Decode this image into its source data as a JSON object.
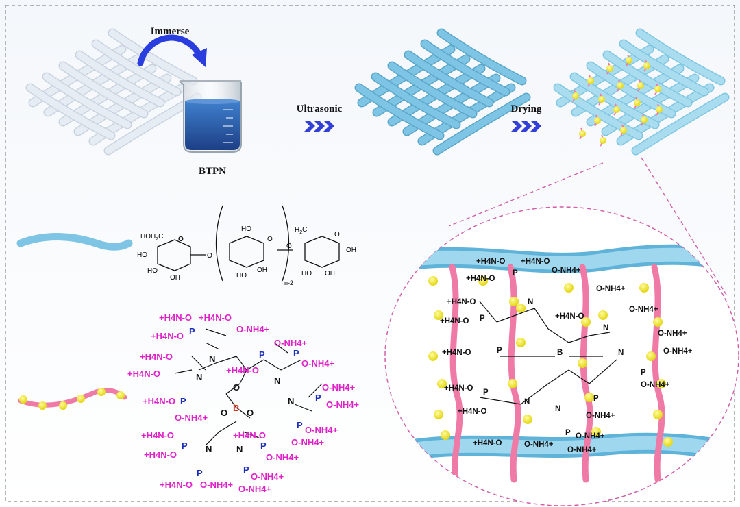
{
  "labels": {
    "immerse": "Immerse",
    "btpn": "BTPN",
    "ultrasonic": "Ultrasonic",
    "drying": "Drying"
  },
  "cellulose_structure": {
    "left_group": "HOH",
    "left_group_sub": "2",
    "left_group_end": "C",
    "right_group": "H",
    "right_group_sub": "2",
    "right_group_end": "C",
    "oh": "OH",
    "ho": "HO",
    "ring_o": "O",
    "repeat_index": "n-2"
  },
  "btpn_structure": {
    "ammonium_left": "+H4N-O",
    "ammonium_right": "O-NH4+",
    "phosphorus": "P",
    "nitrogen": "N",
    "boron": "B",
    "oxygen": "O"
  },
  "colors": {
    "fiber_white": "#e6ecf4",
    "fiber_blue": "#7ec4e4",
    "beaker_liquid": "#2f67b5",
    "arrow": "#2a3ee0",
    "chevron": "#3340d8",
    "ammonium": "#e020c8",
    "phosphorus": "#1b2fb8",
    "boron": "#e0301e",
    "pink_chain": "#ef7aa6",
    "yellow_dot": "#f2ea3a",
    "dashed_border": "#888888",
    "zoom_dashed": "#d35fa8"
  },
  "icons": {
    "immerse_arrow": "curved-arrow-icon",
    "ultrasonic_arrow": "triple-chevron-icon",
    "drying_arrow": "triple-chevron-icon"
  }
}
